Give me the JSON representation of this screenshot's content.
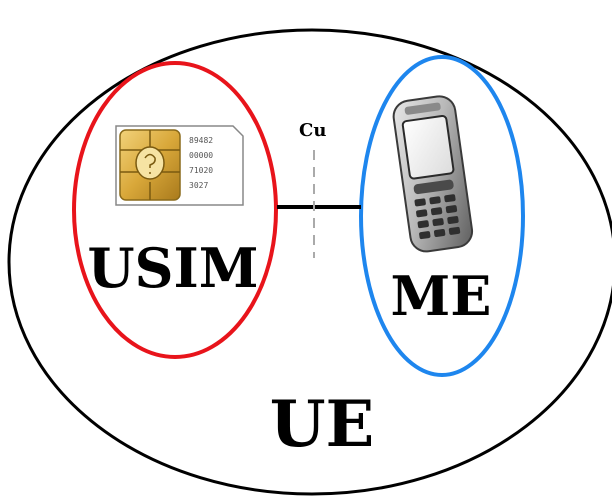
{
  "diagram": {
    "outer_label": "UE",
    "usim_label": "USIM",
    "me_label": "ME",
    "interface_label": "Cu",
    "sim_card_text": {
      "line1": "89482",
      "line2": "00000",
      "line3": "71020",
      "line4": "3027"
    },
    "colors": {
      "usim_ring": "#e8141b",
      "me_ring": "#1e86ee",
      "outline": "#000000",
      "chip_gold": "#d9a83a",
      "connector_dash": "#aaaaaa"
    },
    "icons": [
      "sim-card-icon",
      "mobile-phone-icon"
    ]
  }
}
